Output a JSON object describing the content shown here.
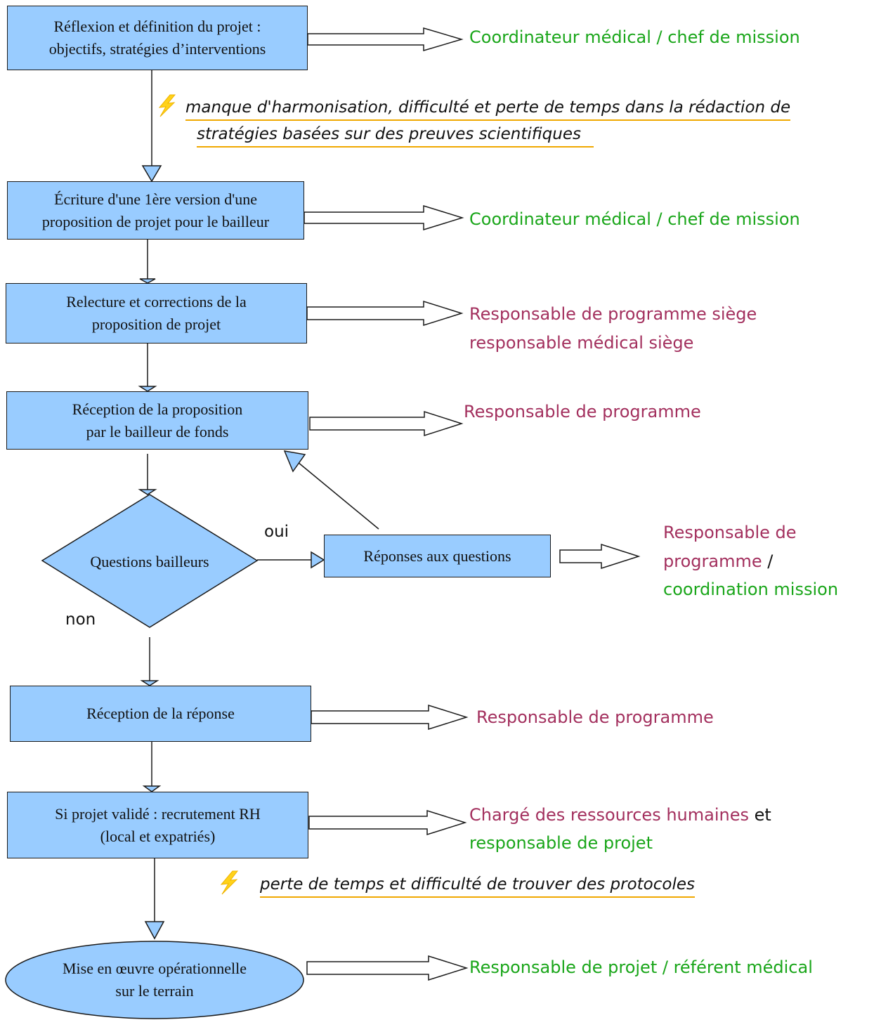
{
  "steps": {
    "s1": {
      "line1": "Réflexion et définition du projet :",
      "line2": "objectifs, stratégies d’interventions"
    },
    "s2": {
      "line1": "Écriture d'une 1ère version d'une",
      "line2": "proposition de projet pour le bailleur"
    },
    "s3": {
      "line1": "Relecture et corrections de la",
      "line2": "proposition de projet"
    },
    "s4": {
      "line1": "Réception de la proposition",
      "line2": "par le bailleur de fonds"
    },
    "decision": {
      "label": "Questions bailleurs",
      "yes": "oui",
      "no": "non"
    },
    "answers": {
      "label": "Réponses aux questions"
    },
    "s5": {
      "label": "Réception de la réponse"
    },
    "s6": {
      "line1": "Si projet validé : recrutement RH",
      "line2": "(local et expatriés)"
    },
    "s7": {
      "line1": "Mise en œuvre opérationnelle",
      "line2": "sur le terrain"
    }
  },
  "actors": {
    "a1": "Coordinateur médical  / chef de mission",
    "a2": "Coordinateur médical / chef de mission",
    "a3_line1": "Responsable de programme siège",
    "a3_line2": "responsable médical siège",
    "a4": "Responsable de programme",
    "a5_line1": "Responsable de",
    "a5_line2a": "programme",
    "a5_line2b": " /",
    "a5_line3": "coordination mission",
    "a6": "Responsable de programme",
    "a7_part1": "Chargé des ressources humaines",
    "a7_part2": " et",
    "a7_line2": "responsable de projet",
    "a8": "Responsable de projet / référent médical"
  },
  "notes": {
    "n1_line1": "manque d'harmonisation, difficulté et perte de temps dans la rédaction de",
    "n1_line2": "stratégies basées sur des preuves scientifiques",
    "n2": "perte de temps et difficulté de trouver des protocoles"
  },
  "colors": {
    "box": "#99ccff",
    "green": "#1aa61a",
    "purple": "#a3305e",
    "note_underline": "#f0a800",
    "bolt": "#ffd21a"
  },
  "icons": {
    "note_icon": "lightning-bolt-icon"
  }
}
